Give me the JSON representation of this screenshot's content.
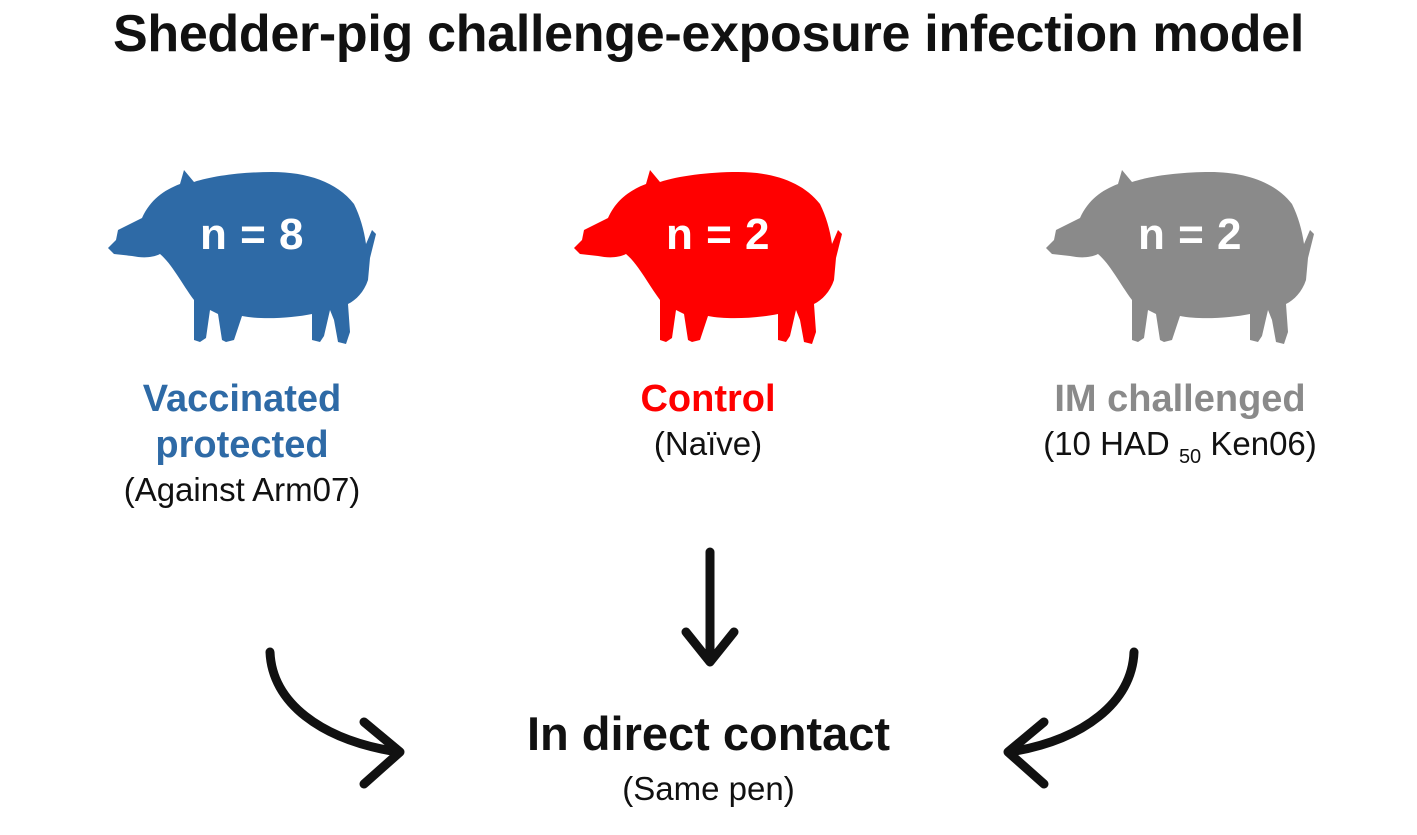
{
  "title": "Shedder-pig challenge-exposure infection model",
  "colors": {
    "vaccinated": "#2e6aa6",
    "control": "#ff0000",
    "challenged": "#8a8a8a",
    "text": "#111111"
  },
  "groups": [
    {
      "n_label": "n = 8",
      "title_line1": "Vaccinated",
      "title_line2": "protected",
      "subtitle": "(Against Arm07)"
    },
    {
      "n_label": "n = 2",
      "title_line1": "Control",
      "subtitle": "(Naïve)"
    },
    {
      "n_label": "n = 2",
      "title_line1": "IM challenged",
      "subtitle_pre": "(10 HAD",
      "subtitle_sub": "50",
      "subtitle_post": " Ken06)"
    }
  ],
  "contact": {
    "title": "In direct contact",
    "subtitle": "(Same pen)"
  }
}
